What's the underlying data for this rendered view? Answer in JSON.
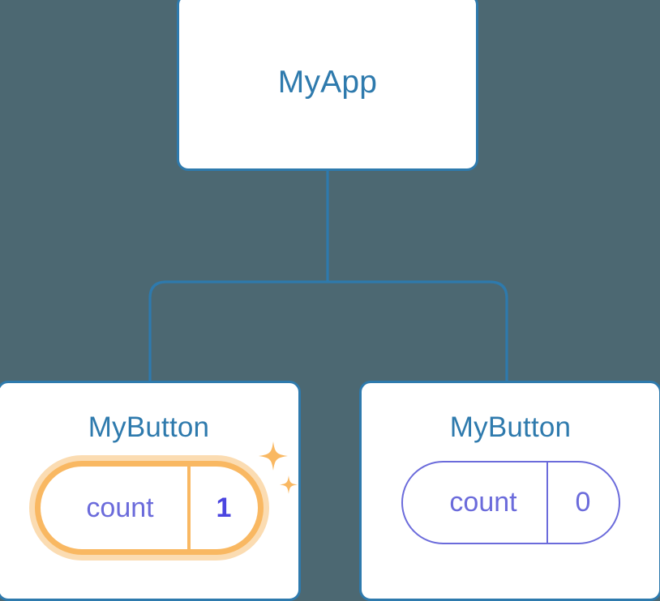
{
  "theme": {
    "background": "#4c6872",
    "card_bg": "#ffffff",
    "card_border": "#2e7aad",
    "title_color": "#2e7aad",
    "connector_color": "#2e7aad",
    "state_text": "#6b6bdb",
    "state_value_active": "#4b45e0",
    "highlight_ring": "#f9b862",
    "highlight_glow": "#fbdcb2",
    "sparkle_color": "#f9b862"
  },
  "diagram": {
    "type": "component-tree",
    "root": {
      "title": "MyApp"
    },
    "children": [
      {
        "title": "MyButton",
        "state": {
          "key": "count",
          "value": "1"
        },
        "highlighted": true,
        "sparkle_icons": [
          "sparkle-large-icon",
          "sparkle-small-icon"
        ]
      },
      {
        "title": "MyButton",
        "state": {
          "key": "count",
          "value": "0"
        },
        "highlighted": false,
        "sparkle_icons": []
      }
    ]
  }
}
